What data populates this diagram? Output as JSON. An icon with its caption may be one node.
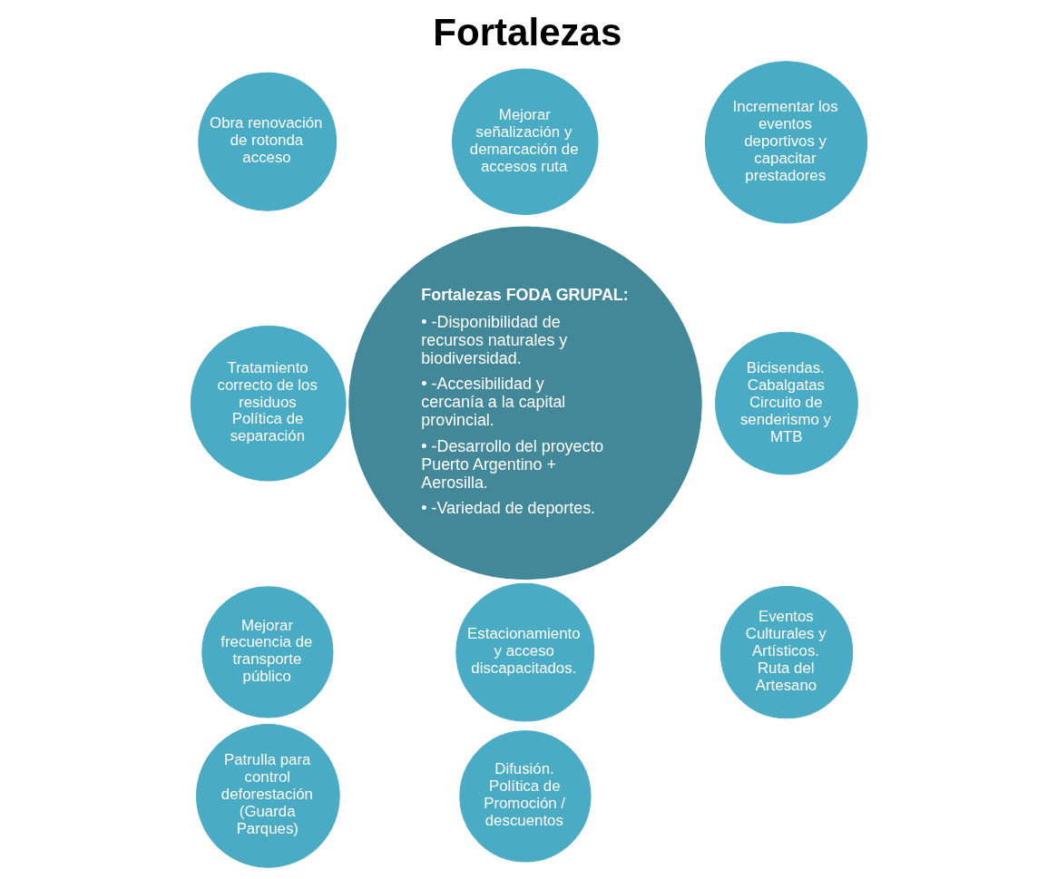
{
  "diagram": {
    "title": "Fortalezas",
    "nodes": [
      {
        "text": [
          "Mejorar señalización y demarcación de accesos ruta"
        ]
      },
      {
        "text": [
          "Incrementar los eventos deportivos y capacitar prestadores"
        ]
      },
      {
        "text": [
          "Obra renovación de rotonda acceso"
        ]
      },
      {
        "text": [
          "Fortalezas FODA GRUPAL:",
          "• -Disponibilidad de recursos naturales y biodiversidad.",
          "• -Accesibilidad y cercanía a la capital provincial.",
          "• -Desarrollo del proyecto Puerto Argentino + Aerosilla.",
          "• -Variedad de deportes."
        ]
      },
      {
        "text": [
          "Bicisendas. Cabalgatas Circuito de senderismo y MTB"
        ]
      },
      {
        "text": [
          "Tratamiento correcto de los residuos Política de separación"
        ]
      },
      {
        "text": [
          "Eventos Culturales y Artísticos. Ruta del Artesano"
        ]
      },
      {
        "text": [
          "Difusión. Política de Promoción / descuentos"
        ]
      },
      {
        "text": [
          "Mejorar frecuencia de transporte público"
        ]
      },
      {
        "text": [
          "Estacionamiento y acceso discapacitados."
        ]
      },
      {
        "text": [
          "Patrulla para control deforestación (Guarda Parques)"
        ]
      }
    ],
    "edges": []
  }
}
